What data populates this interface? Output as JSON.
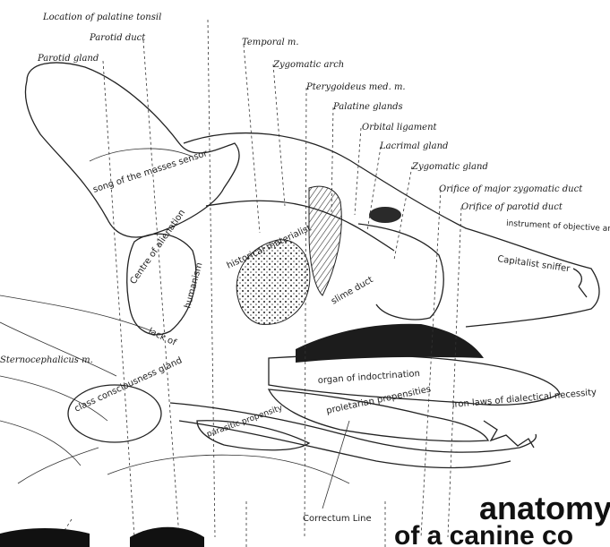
{
  "labels": {
    "palatine_tonsil": "Location of palatine tonsil",
    "parotid_duct": "Parotid duct",
    "parotid_gland": "Parotid gland",
    "temporal": "Temporal m.",
    "zygomatic_arch": "Zygomatic arch",
    "pterygoideus": "Pterygoideus med. m.",
    "palatine_glands": "Palatine glands",
    "orbital_ligament": "Orbital ligament",
    "lacrimal_gland": "Lacrimal gland",
    "zygomatic_gland": "Zygomatic gland",
    "orifice_major": "Orifice of major zygomatic duct",
    "orifice_parotid": "Orifice of parotid duct",
    "instrument": "instrument of objective analysis",
    "capitalist_sniffer": "Capitalist sniffer",
    "song": "song of the masses sensor",
    "centre_alienation": "Centre of alienation",
    "humanism": "humanism",
    "lack_of": "lack of",
    "historical_materialist": "historical materialist",
    "slime_duct": "slime duct",
    "sternocephalicus": "Sternocephalicus m.",
    "organ_indoctrination": "organ of indoctrination",
    "class_consciousness": "class consciousness gland",
    "proletarian": "proletarian propensities",
    "iron_laws": "iron laws of dialectical necessity",
    "parasitic": "parasitic propensity",
    "correctum": "Correctum Line"
  },
  "title": {
    "line1": "anatomy",
    "line2": "of a canine co"
  }
}
